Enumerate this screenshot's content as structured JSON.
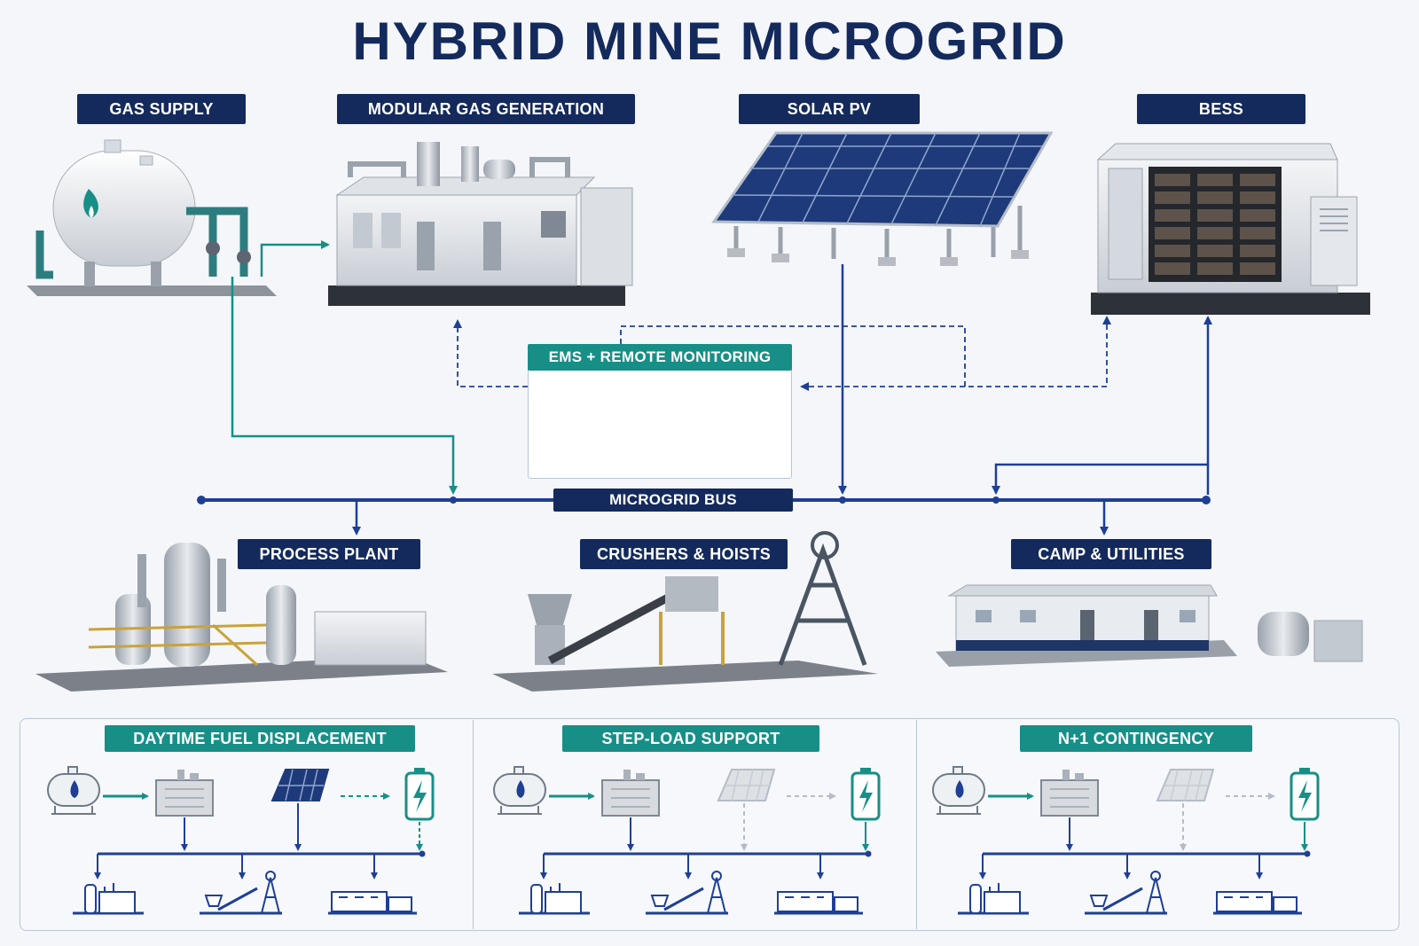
{
  "title": "HYBRID MINE MICROGRID",
  "sources": {
    "gas_supply": "GAS SUPPLY",
    "gas_generation": "MODULAR GAS GENERATION",
    "solar": "SOLAR PV",
    "bess": "BESS"
  },
  "ems": {
    "label": "EMS + REMOTE MONITORING"
  },
  "bus": {
    "label": "MICROGRID BUS"
  },
  "loads": {
    "process_plant": "PROCESS PLANT",
    "crushers": "CRUSHERS & HOISTS",
    "camp": "CAMP & UTILITIES"
  },
  "scenarios": [
    {
      "label": "DAYTIME FUEL DISPLACEMENT",
      "solar_active": true
    },
    {
      "label": "STEP-LOAD SUPPORT",
      "solar_active": false
    },
    {
      "label": "N+1 CONTINGENCY",
      "solar_active": false
    }
  ],
  "colors": {
    "navy": "#142a5c",
    "teal": "#178f87",
    "bus_blue": "#1f3f95",
    "inactive_gray": "#b5bcc6"
  }
}
